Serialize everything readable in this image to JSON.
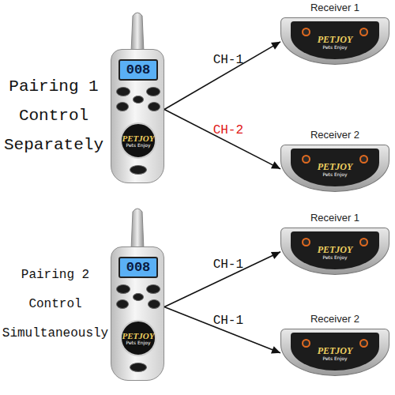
{
  "diagram": {
    "nodes": [
      {
        "text": [
          "008",
          "PETJOY",
          "Pets Enjoy"
        ]
      },
      {
        "text": [
          "Receiver 1",
          "PETJOY",
          "Pets Enjoy"
        ]
      },
      {
        "text": [
          "Receiver 2",
          "PETJOY",
          "Pets Enjoy"
        ]
      },
      {
        "text": [
          "008",
          "PETJOY",
          "Pets Enjoy"
        ]
      },
      {
        "text": [
          "Receiver 1",
          "PETJOY",
          "Pets Enjoy"
        ]
      },
      {
        "text": [
          "Receiver 2",
          "PETJOY",
          "Pets Enjoy"
        ]
      }
    ],
    "edges": [
      {
        "from": 0,
        "to": 1,
        "label": "CH-1",
        "arrow": "to"
      },
      {
        "from": 0,
        "to": 2,
        "label": "CH-2",
        "arrow": "to"
      },
      {
        "from": 3,
        "to": 4,
        "label": "CH-1",
        "arrow": "to"
      },
      {
        "from": 3,
        "to": 5,
        "label": "CH-1",
        "arrow": "to"
      }
    ],
    "labels": [
      "Pairing 1 Control Separately",
      "Pairing 2 Control Simultaneously"
    ]
  }
}
